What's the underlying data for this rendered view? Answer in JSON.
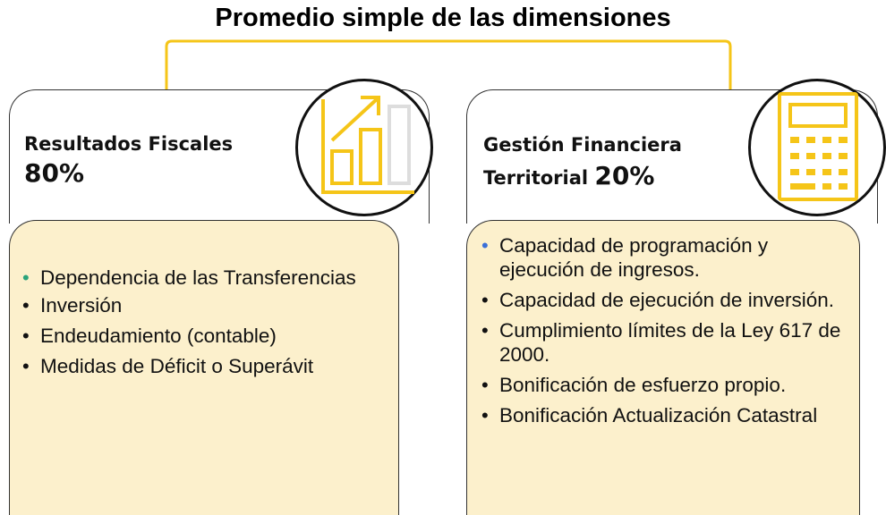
{
  "title": "Promedio simple de las dimensiones",
  "colors": {
    "accent": "#f5c518",
    "card_fill": "#fcf0cc",
    "bullet_teal": "#2aa37a",
    "bullet_blue": "#3a6fd8"
  },
  "left": {
    "heading": "Resultados Fiscales",
    "percent": "80%",
    "icon": "bar-chart-growth-icon",
    "items": [
      "Dependencia de las Transferencias",
      "Inversión",
      "Endeudamiento (contable)",
      "Medidas de Déficit o Superávit"
    ]
  },
  "right": {
    "heading_line1": "Gestión Financiera",
    "heading_line2": "Territorial",
    "percent": "20%",
    "icon": "calculator-icon",
    "items": [
      "Capacidad de programación y ejecución de ingresos.",
      "Capacidad de ejecución de inversión.",
      "Cumplimiento límites de la Ley 617 de 2000.",
      "Bonificación de esfuerzo propio.",
      "Bonificación Actualización Catastral"
    ]
  }
}
